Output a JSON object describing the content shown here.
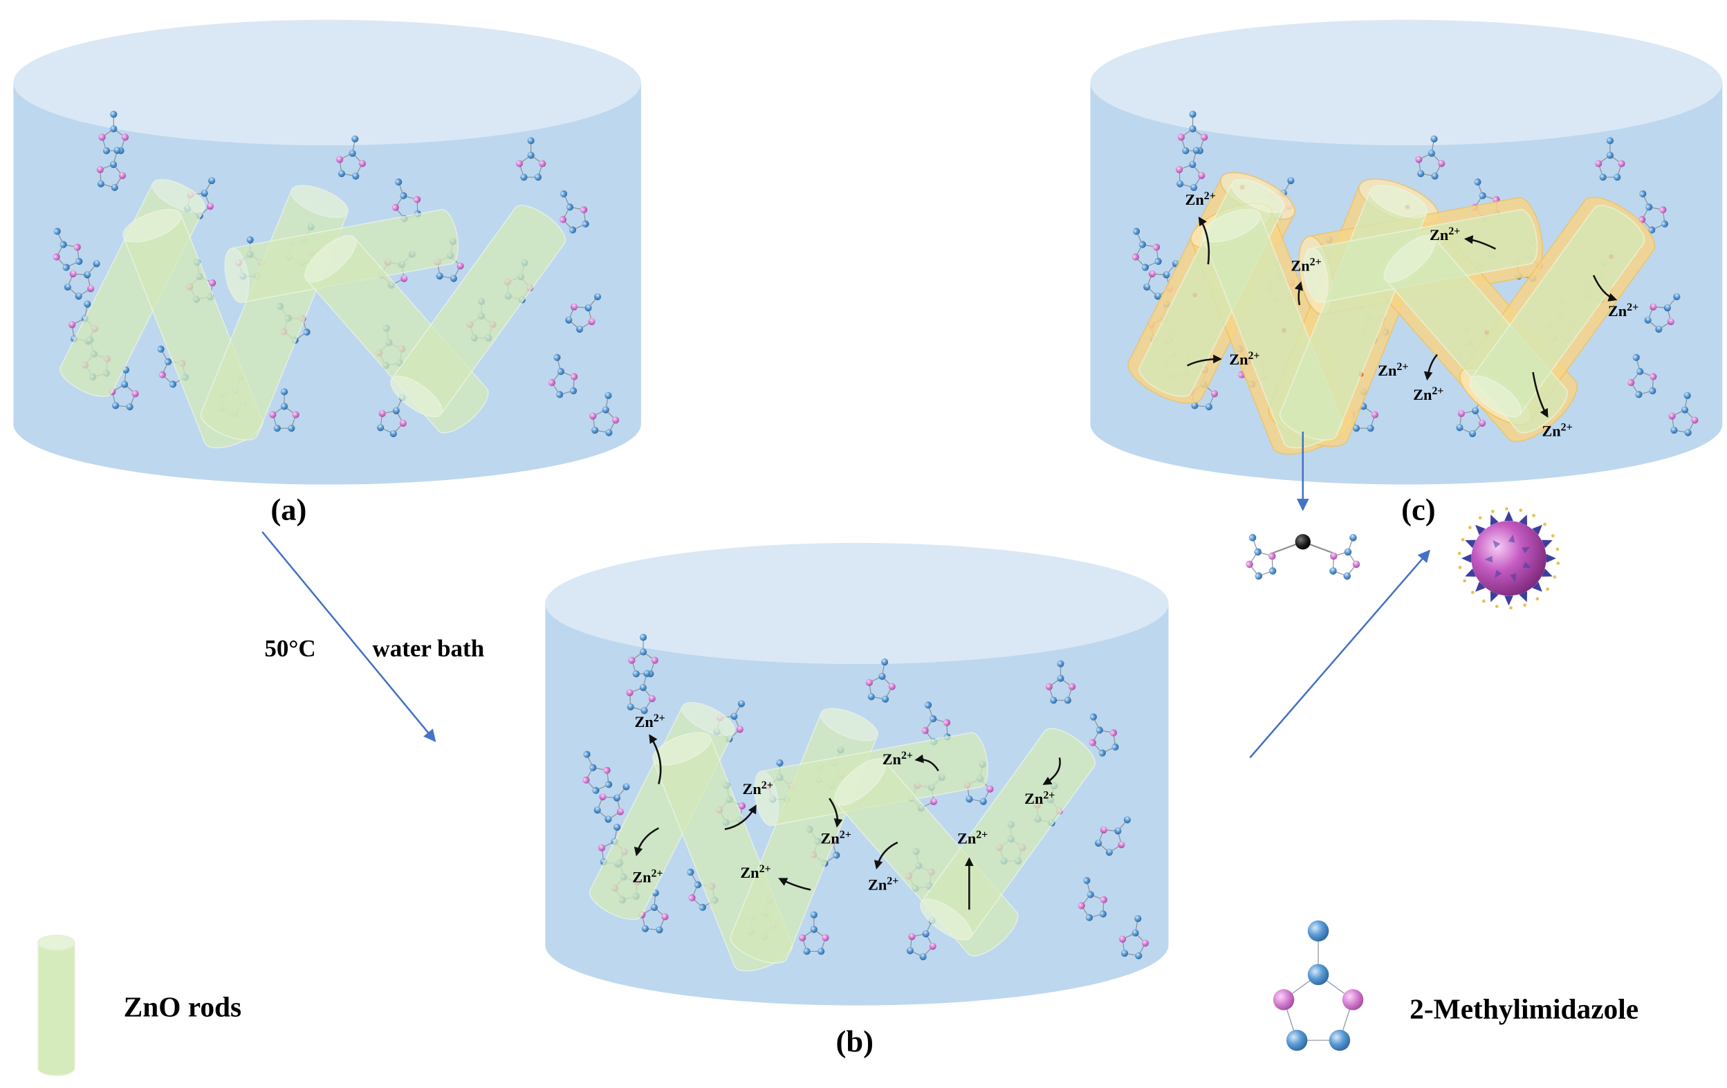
{
  "panel_a": {
    "label": "(a)"
  },
  "panel_b": {
    "label": "(b)",
    "ion_labels": [
      {
        "symbol": "Zn",
        "charge": "2+"
      },
      {
        "symbol": "Zn",
        "charge": "2+"
      },
      {
        "symbol": "Zn",
        "charge": "2+"
      },
      {
        "symbol": "Zn",
        "charge": "2+"
      },
      {
        "symbol": "Zn",
        "charge": "2+"
      },
      {
        "symbol": "Zn",
        "charge": "2+"
      },
      {
        "symbol": "Zn",
        "charge": "2+"
      },
      {
        "symbol": "Zn",
        "charge": "2+"
      },
      {
        "symbol": "Zn",
        "charge": "2+"
      }
    ]
  },
  "panel_c": {
    "label": "(c)",
    "ion_labels": [
      {
        "symbol": "Zn",
        "charge": "2+"
      },
      {
        "symbol": "Zn",
        "charge": "2+"
      },
      {
        "symbol": "Zn",
        "charge": "2+"
      },
      {
        "symbol": "Zn",
        "charge": "2+"
      },
      {
        "symbol": "Zn",
        "charge": "2+"
      },
      {
        "symbol": "Zn",
        "charge": "2+"
      },
      {
        "symbol": "Zn",
        "charge": "2+"
      },
      {
        "symbol": "Zn",
        "charge": "2+"
      }
    ]
  },
  "transition_a_to_b": {
    "temperature": "50°C",
    "medium": "water bath"
  },
  "legend": {
    "rods_label": "ZnO rods",
    "ligand_label": "2-Methylimidazole"
  },
  "colors": {
    "cylinder_top": "#dae8f5",
    "cylinder_body": "#bdd7ee",
    "zno_rod": "#d4eab9",
    "zno_rod_cap": "#e6f3d7",
    "zif_shell": "#f7d588",
    "process_arrow": "#4472c4",
    "molecule_blue": "#5b9bd5",
    "molecule_pink": "#d886d6",
    "zinc_node": "#1f1f1f",
    "zif8_particle": "#c45bc2",
    "zif8_tetrahedra": "#3d3f9f"
  }
}
